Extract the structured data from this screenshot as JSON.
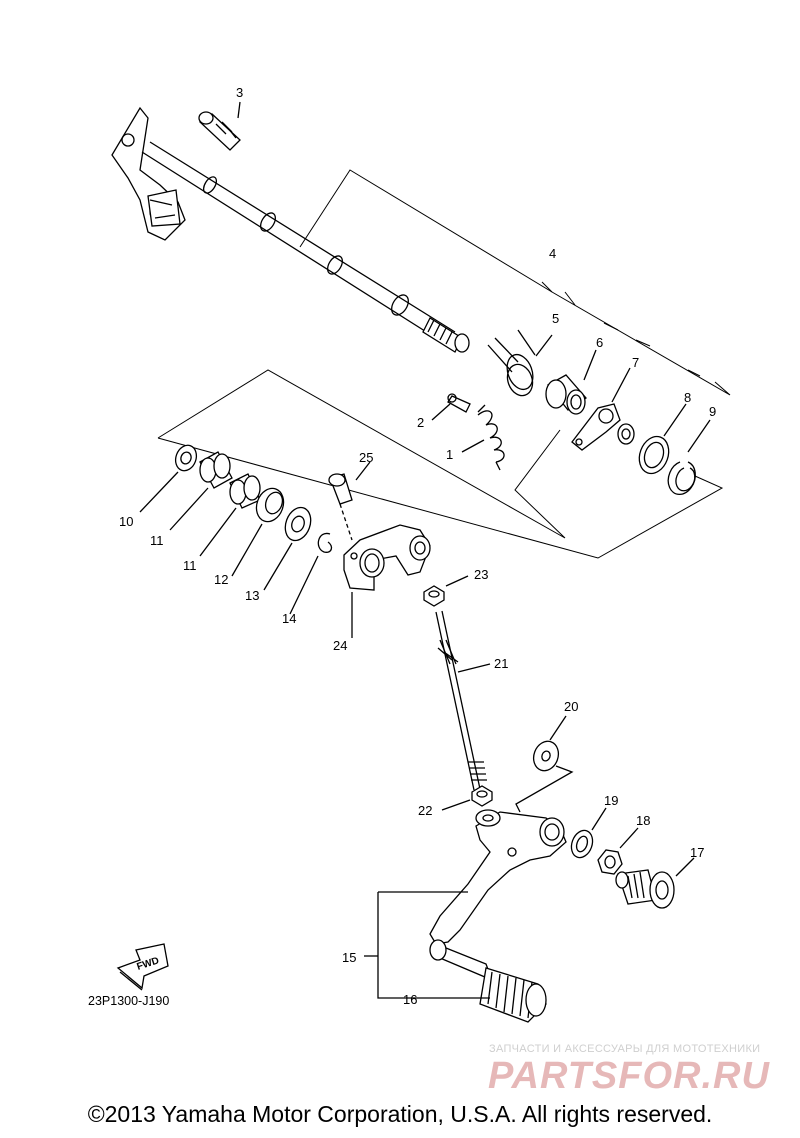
{
  "diagram": {
    "callouts": {
      "c1": "1",
      "c2": "2",
      "c3": "3",
      "c4": "4",
      "c5": "5",
      "c6": "6",
      "c7": "7",
      "c8": "8",
      "c9": "9",
      "c10": "10",
      "c11a": "11",
      "c11b": "11",
      "c12": "12",
      "c13": "13",
      "c14": "14",
      "c15": "15",
      "c16": "16",
      "c17": "17",
      "c18": "18",
      "c19": "19",
      "c20": "20",
      "c21": "21",
      "c22": "22",
      "c23": "23",
      "c24": "24",
      "c25": "25"
    },
    "fwd_label": "FWD",
    "code": "23P1300-J190",
    "copyright": "©2013 Yamaha Motor Corporation, U.S.A. All rights reserved."
  },
  "watermark": {
    "tagline": "ЗАПЧАСТИ И АКСЕССУАРЫ ДЛЯ МОТОТЕХНИКИ",
    "brand": "PARTSFOR.RU"
  }
}
